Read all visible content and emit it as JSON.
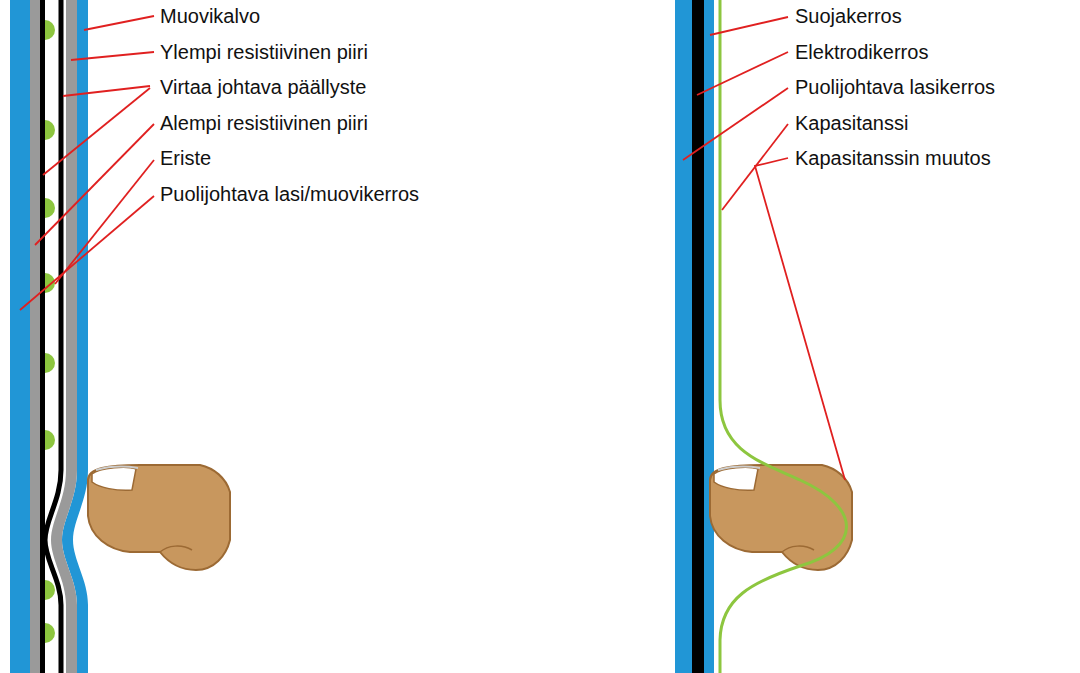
{
  "diagram": {
    "labels": [
      "Muovikalvo",
      "Ylempi resistiivinen piiri",
      "Virtaa johtava päällyste",
      "Alempi resistiivinen piiri",
      "Eriste",
      "Puolijohtava lasi/muovikerros",
      "Suojakerros",
      "Elektrodikerros",
      "Puolijohtava lasikerros",
      "Kapasitanssi",
      "Kapasitanssin muutos"
    ]
  }
}
